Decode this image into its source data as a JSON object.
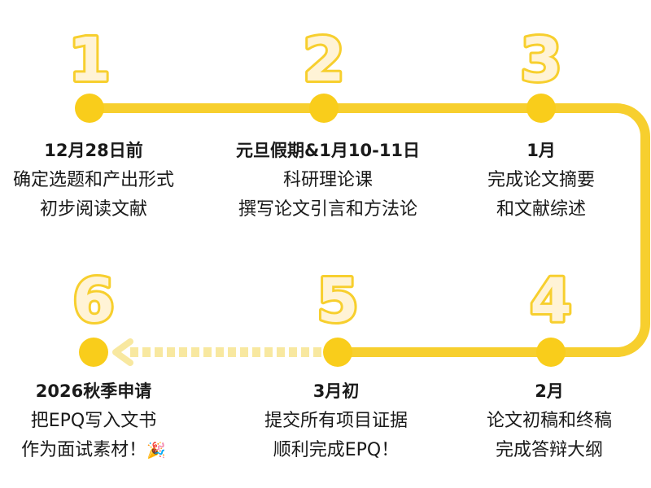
{
  "steps": [
    {
      "number": "1",
      "date": "12月28日前",
      "lines": [
        "确定选题和产出形式",
        "初步阅读文献"
      ]
    },
    {
      "number": "2",
      "date": "元旦假期&1月10-11日",
      "lines": [
        "科研理论课",
        "撰写论文引言和方法论"
      ]
    },
    {
      "number": "3",
      "date": "1月",
      "lines": [
        "完成论文摘要",
        "和文献综述"
      ]
    },
    {
      "number": "4",
      "date": "2月",
      "lines": [
        "论文初稿和终稿",
        "完成答辩大纲"
      ]
    },
    {
      "number": "5",
      "date": "3月初",
      "lines": [
        "提交所有项目证据",
        "顺利完成EPQ！"
      ]
    },
    {
      "number": "6",
      "date": "2026秋季申请",
      "lines": [
        "把EPQ写入文书",
        "作为面试素材！"
      ],
      "emoji": "🎉"
    }
  ],
  "colors": {
    "line": "#f7cf2e",
    "node": "#f9cd1b",
    "number_fill": "#fff3d6",
    "text": "#1a1a1a"
  }
}
